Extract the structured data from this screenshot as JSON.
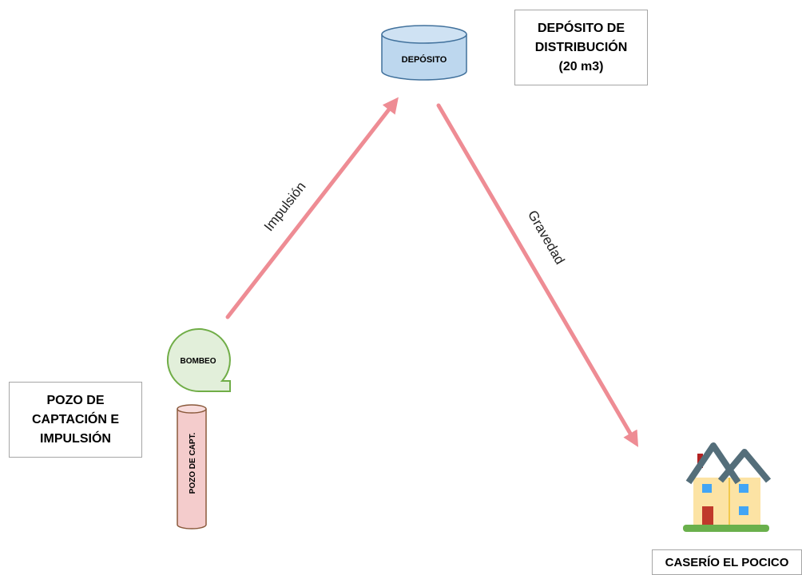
{
  "nodes": {
    "deposito_tank": {
      "label": "DEPÓSITO",
      "fill": "#bdd7ee",
      "stroke": "#41719c"
    },
    "deposito_box": {
      "text": "DEPÓSITO DE\nDISTRIBUCIÓN\n(20 m3)"
    },
    "bombeo": {
      "label": "BOMBEO",
      "fill": "#e2efda",
      "stroke": "#70ad47"
    },
    "pozo_pipe": {
      "label": "POZO DE CAPT.",
      "fill": "#f4cccc",
      "stroke": "#8b5a3c"
    },
    "pozo_box": {
      "text": "POZO DE\nCAPTACIÓN E\nIMPULSIÓN"
    },
    "caserio_box": {
      "text": "CASERÍO EL POCICO"
    },
    "house_icon": {
      "icon": "house-icon"
    }
  },
  "edges": {
    "impulsion": {
      "label": "Impulsión",
      "color": "#ee8c94"
    },
    "gravedad": {
      "label": "Gravedad",
      "color": "#ee8c94"
    }
  }
}
